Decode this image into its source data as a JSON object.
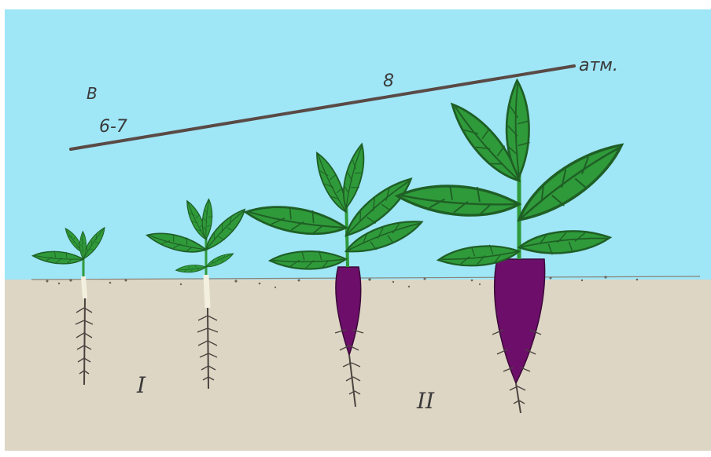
{
  "labels": {
    "corner": "B",
    "pressure_low": "6-7",
    "pressure_high": "8",
    "unit": "атм.",
    "group_one": "I",
    "group_two": "II"
  },
  "colors": {
    "sky": "#9fe6f7",
    "soil": "#ded6c4",
    "leaf": "#2f9a3a",
    "leaf_vein": "#1f5f25",
    "root_crop": "#6d0f6a",
    "line": "#5a4a45"
  },
  "plants": [
    {
      "stage": 1,
      "root": "taproot"
    },
    {
      "stage": 2,
      "root": "taproot"
    },
    {
      "stage": 3,
      "root": "root-crop"
    },
    {
      "stage": 4,
      "root": "root-crop"
    }
  ]
}
